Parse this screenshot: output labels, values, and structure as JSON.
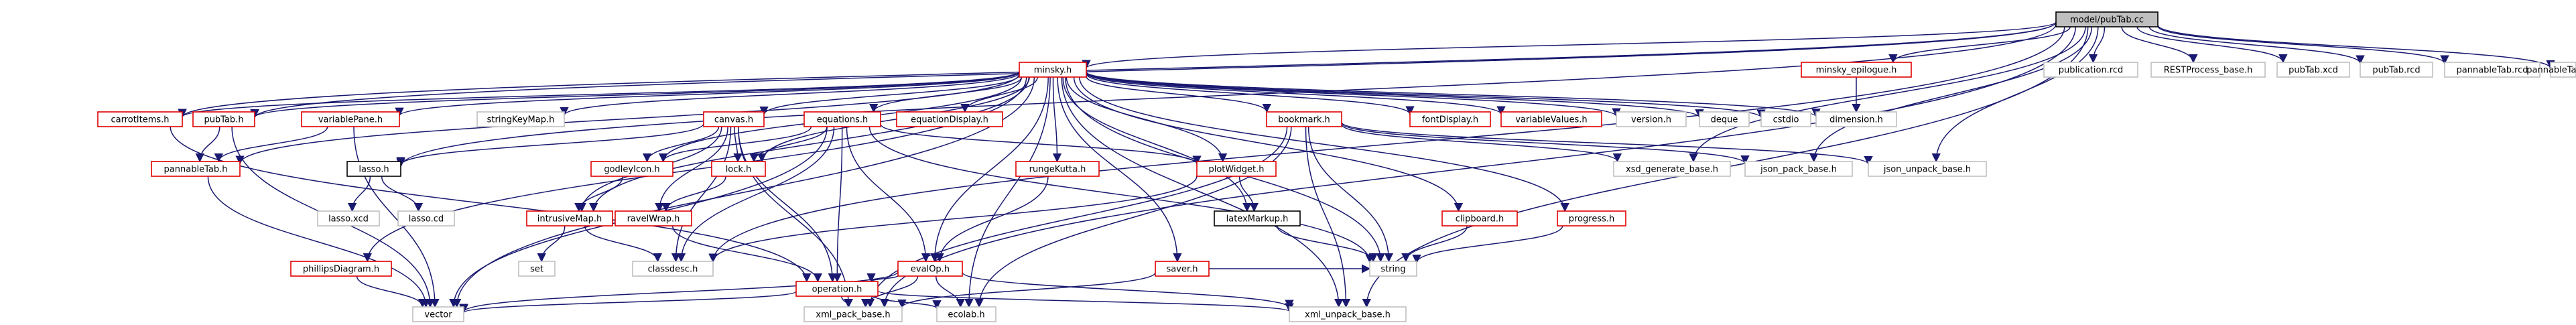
{
  "nodes": [
    {
      "id": "root",
      "label": "model/pubTab.cc",
      "style": "root"
    },
    {
      "id": "minsky",
      "label": "minsky.h",
      "style": "linked"
    },
    {
      "id": "minsky_epilogue",
      "label": "minsky_epilogue.h",
      "style": "linked"
    },
    {
      "id": "publication_rcd",
      "label": "publication.rcd",
      "style": "plain"
    },
    {
      "id": "restprocess",
      "label": "RESTProcess_base.h",
      "style": "plain"
    },
    {
      "id": "pubtab_xcd",
      "label": "pubTab.xcd",
      "style": "plain"
    },
    {
      "id": "pubtab_rcd",
      "label": "pubTab.rcd",
      "style": "plain"
    },
    {
      "id": "pannabletab_rcd",
      "label": "pannableTab.rcd",
      "style": "plain"
    },
    {
      "id": "pannabletab_xcd",
      "label": "pannableTab.xcd",
      "style": "plain"
    },
    {
      "id": "dimension",
      "label": "dimension.h",
      "style": "plain"
    },
    {
      "id": "carrotitems",
      "label": "carrotItems.h",
      "style": "linked"
    },
    {
      "id": "pubtab_h",
      "label": "pubTab.h",
      "style": "linked"
    },
    {
      "id": "variablepane",
      "label": "variablePane.h",
      "style": "linked"
    },
    {
      "id": "stringkeymap",
      "label": "stringKeyMap.h",
      "style": "plain"
    },
    {
      "id": "canvas",
      "label": "canvas.h",
      "style": "linked"
    },
    {
      "id": "equations",
      "label": "equations.h",
      "style": "linked"
    },
    {
      "id": "equationdisplay",
      "label": "equationDisplay.h",
      "style": "linked"
    },
    {
      "id": "bookmark",
      "label": "bookmark.h",
      "style": "linked"
    },
    {
      "id": "fontdisplay",
      "label": "fontDisplay.h",
      "style": "linked"
    },
    {
      "id": "variablevalues",
      "label": "variableValues.h",
      "style": "linked"
    },
    {
      "id": "version",
      "label": "version.h",
      "style": "plain"
    },
    {
      "id": "deque",
      "label": "deque",
      "style": "plain"
    },
    {
      "id": "cstdio",
      "label": "cstdio",
      "style": "plain"
    },
    {
      "id": "pannabletab_h",
      "label": "pannableTab.h",
      "style": "linked"
    },
    {
      "id": "lasso",
      "label": "lasso.h",
      "style": "boxed"
    },
    {
      "id": "lasso_xcd",
      "label": "lasso.xcd",
      "style": "plain"
    },
    {
      "id": "lasso_cd",
      "label": "lasso.cd",
      "style": "plain"
    },
    {
      "id": "godleyicon",
      "label": "godleyIcon.h",
      "style": "linked"
    },
    {
      "id": "lock",
      "label": "lock.h",
      "style": "linked"
    },
    {
      "id": "rungekutta",
      "label": "rungeKutta.h",
      "style": "linked"
    },
    {
      "id": "plotwidget",
      "label": "plotWidget.h",
      "style": "linked"
    },
    {
      "id": "xsd_generate",
      "label": "xsd_generate_base.h",
      "style": "plain"
    },
    {
      "id": "json_pack",
      "label": "json_pack_base.h",
      "style": "plain"
    },
    {
      "id": "json_unpack",
      "label": "json_unpack_base.h",
      "style": "plain"
    },
    {
      "id": "intrusivemap",
      "label": "intrusiveMap.h",
      "style": "linked"
    },
    {
      "id": "ravelwrap",
      "label": "ravelWrap.h",
      "style": "linked"
    },
    {
      "id": "latexmarkup",
      "label": "latexMarkup.h",
      "style": "boxed"
    },
    {
      "id": "saver",
      "label": "saver.h",
      "style": "linked"
    },
    {
      "id": "clipboard",
      "label": "clipboard.h",
      "style": "linked"
    },
    {
      "id": "progress",
      "label": "progress.h",
      "style": "linked"
    },
    {
      "id": "phillips",
      "label": "phillipsDiagram.h",
      "style": "linked"
    },
    {
      "id": "set",
      "label": "set",
      "style": "plain"
    },
    {
      "id": "classdesc",
      "label": "classdesc.h",
      "style": "plain"
    },
    {
      "id": "evalop",
      "label": "evalOp.h",
      "style": "linked"
    },
    {
      "id": "string",
      "label": "string",
      "style": "plain"
    },
    {
      "id": "operation",
      "label": "operation.h",
      "style": "linked"
    },
    {
      "id": "vector",
      "label": "vector",
      "style": "plain"
    },
    {
      "id": "xml_pack",
      "label": "xml_pack_base.h",
      "style": "plain"
    },
    {
      "id": "ecolab",
      "label": "ecolab.h",
      "style": "plain"
    },
    {
      "id": "xml_unpack",
      "label": "xml_unpack_base.h",
      "style": "plain"
    }
  ],
  "colors": {
    "edge": "#191970",
    "root_fill": "#bfbfbf",
    "linked_border": "#e00000",
    "plain_border": "#bfbfbf",
    "boxed_border": "#000000"
  }
}
